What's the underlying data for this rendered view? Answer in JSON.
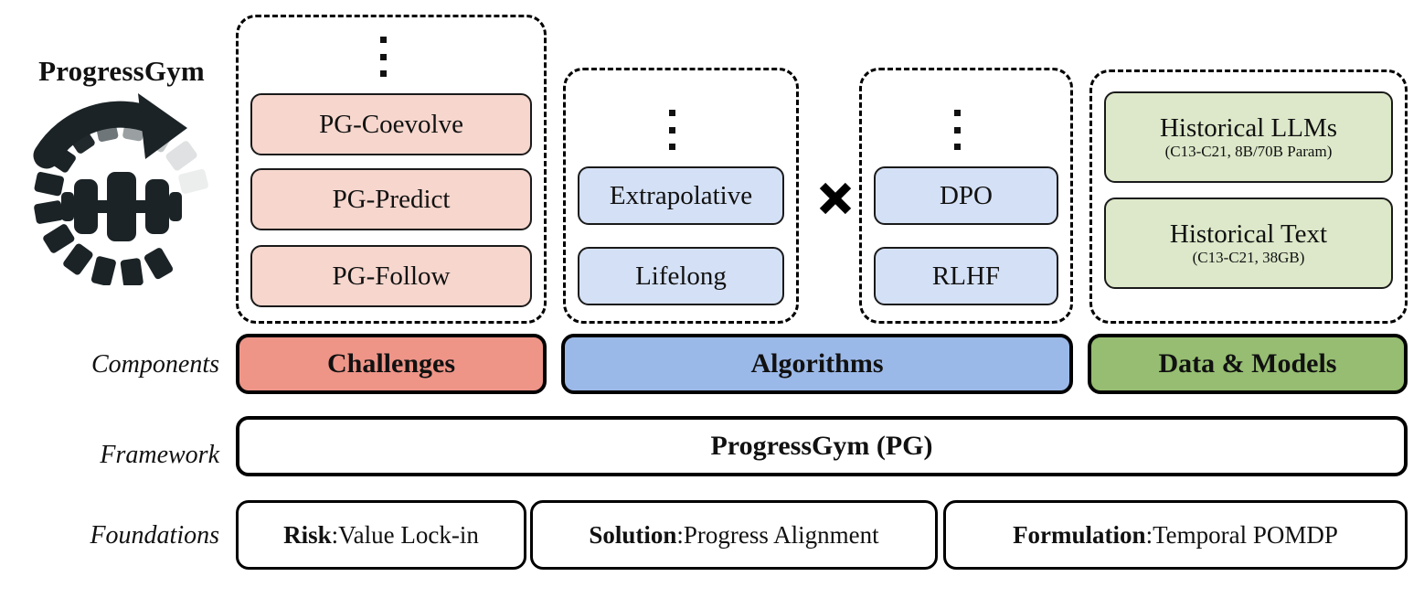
{
  "brand": {
    "title": "ProgressGym",
    "logo_icon": "progressgym-dumbbell-circular-arrow-logo"
  },
  "row_labels": {
    "components": "Components",
    "framework": "Framework",
    "foundations": "Foundations"
  },
  "symbols": {
    "multiply": "×",
    "ellipsis": "vertical-ellipsis"
  },
  "colors": {
    "challenge_bar": "#EE9588",
    "challenge_card": "#F6D6CD",
    "algorithm_bar": "#9BB9E8",
    "algorithm_card": "#D4E0F5",
    "data_bar": "#96BD71",
    "data_card": "#DCE8C9",
    "outline": "#000000",
    "background": "#FFFFFF"
  },
  "groups": {
    "challenges": {
      "bar_label": "Challenges",
      "items": [
        {
          "title": "PG-Coevolve",
          "sub": ""
        },
        {
          "title": "PG-Predict",
          "sub": ""
        },
        {
          "title": "PG-Follow",
          "sub": ""
        }
      ]
    },
    "algorithms": {
      "bar_label": "Algorithms",
      "group_a": [
        {
          "title": "Extrapolative",
          "sub": ""
        },
        {
          "title": "Lifelong",
          "sub": ""
        }
      ],
      "group_b": [
        {
          "title": "DPO",
          "sub": ""
        },
        {
          "title": "RLHF",
          "sub": ""
        }
      ]
    },
    "data_models": {
      "bar_label": "Data & Models",
      "items": [
        {
          "title": "Historical LLMs",
          "sub": "(C13-C21, 8B/70B Param)"
        },
        {
          "title": "Historical Text",
          "sub": "(C13-C21, 38GB)"
        }
      ]
    }
  },
  "framework": {
    "label": "ProgressGym (PG)"
  },
  "foundations": [
    {
      "key": "Risk",
      "sep": ": ",
      "value": "Value Lock-in"
    },
    {
      "key": "Solution",
      "sep": ": ",
      "value": "Progress Alignment"
    },
    {
      "key": "Formulation",
      "sep": ": ",
      "value": "Temporal POMDP"
    }
  ]
}
